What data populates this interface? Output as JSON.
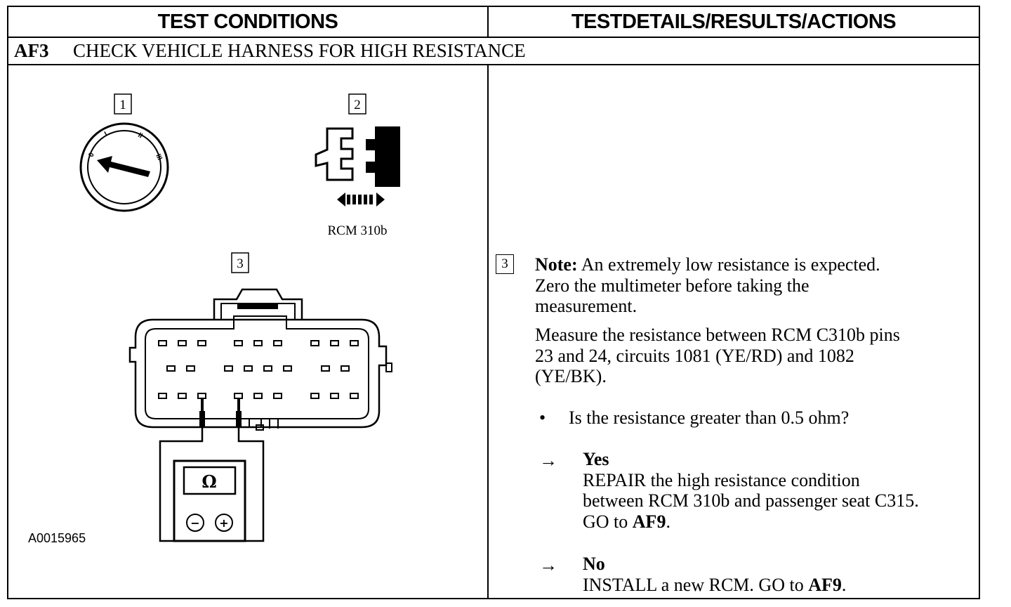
{
  "header": {
    "left": "TEST CONDITIONS",
    "right": "TESTDETAILS/RESULTS/ACTIONS"
  },
  "step": {
    "id": "AF3",
    "title": "CHECK VEHICLE HARNESS FOR HIGH RESISTANCE"
  },
  "illustration": {
    "callouts": [
      "1",
      "2",
      "3"
    ],
    "connector_label": "RCM 310b",
    "figure_id": "A0015965",
    "meter_symbol": "Ω",
    "meter_minus": "−",
    "meter_plus": "+",
    "switch_positions": [
      "0",
      "I",
      "II",
      "III"
    ],
    "icons": [
      "ignition-switch-icon",
      "connector-disconnect-icon",
      "multimeter-icon"
    ]
  },
  "details": {
    "step_number": "3",
    "note_label": "Note:",
    "note_line1": " An extremely low resistance is expected.",
    "note_line2": "Zero the multimeter before taking the",
    "note_line3": "measurement.",
    "measure_line1": "Measure the resistance between RCM C310b pins",
    "measure_line2": "23 and 24, circuits 1081 (YE/RD) and 1082",
    "measure_line3": "(YE/BK).",
    "bullet": "•",
    "question": "Is the resistance greater than 0.5 ohm?",
    "arrow": "→",
    "yes_label": "Yes",
    "yes_line1": "REPAIR the high resistance condition",
    "yes_line2": "between RCM 310b and passenger seat C315.",
    "yes_line3_prefix": "GO to ",
    "yes_goto": "AF9",
    "yes_line3_suffix": ".",
    "no_label": "No",
    "no_line_prefix": "INSTALL a new RCM. GO to ",
    "no_goto": "AF9",
    "no_line_suffix": "."
  }
}
